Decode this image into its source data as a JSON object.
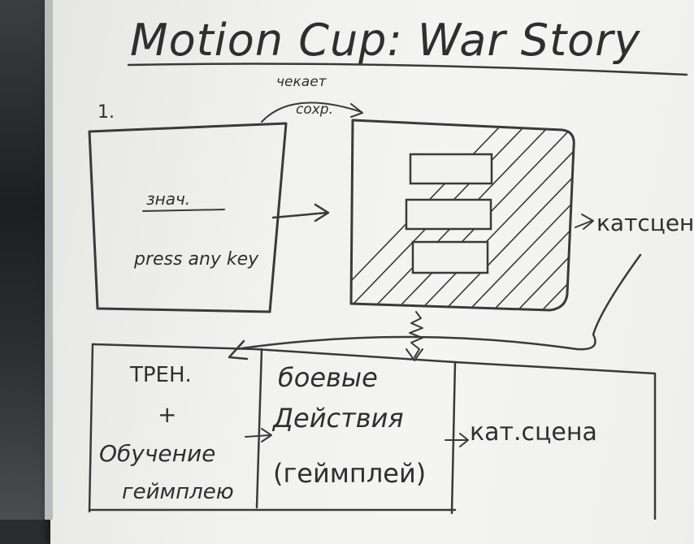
{
  "title": "Motion Cup: War Story",
  "step_number": "1.",
  "arrow_note": {
    "line1": "чекает",
    "line2": "сохр."
  },
  "splash_screen": {
    "caption": "знач.",
    "prompt": "press any key"
  },
  "menu_side_label": "катсцены",
  "table": {
    "cell1": {
      "line1": "ТРЕН.",
      "line2": "+",
      "line3": "Обучение",
      "line4": "геймплею"
    },
    "cell2": {
      "line1": "боевые",
      "line2": "Действия",
      "line3": "(геймплей)"
    },
    "cell3": {
      "line1": "кат.сцена"
    }
  },
  "colors": {
    "ink": "#2f2f31",
    "board": "#f2f2f0"
  }
}
